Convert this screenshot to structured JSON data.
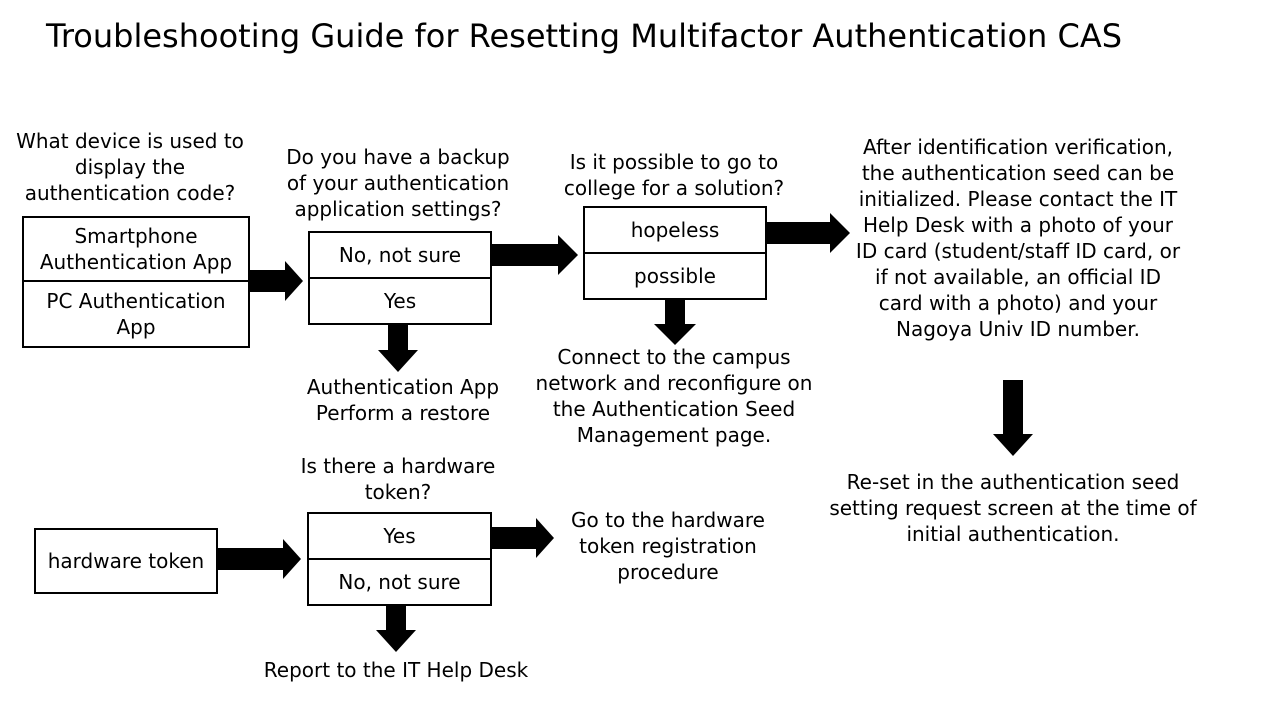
{
  "title": "Troubleshooting Guide for Resetting Multifactor Authentication CAS",
  "colors": {
    "ink": "#000000",
    "background": "#ffffff"
  },
  "device": {
    "question": "What device is used to display the authentication code?",
    "options": [
      "Smartphone Authentication App",
      "PC Authentication App"
    ]
  },
  "backup": {
    "question": "Do you have a backup of your authentication application settings?",
    "options": [
      "No, not sure",
      "Yes"
    ],
    "yes_result": "Authentication App Perform a restore"
  },
  "college": {
    "question": "Is it possible to go to college for a solution?",
    "options": [
      "hopeless",
      "possible"
    ],
    "possible_result": "Connect to the campus network and reconfigure on the Authentication Seed Management page."
  },
  "helpdesk": {
    "instructions": "After identification verification, the authentication seed can be initialized. Please contact the IT Help Desk with a photo of your ID card (student/staff ID card, or if not available, an official ID card with a photo) and your Nagoya Univ ID number.",
    "result": "Re-set in the authentication seed setting request screen at the time of initial authentication."
  },
  "hardware": {
    "device_label": "hardware token",
    "question": "Is there a hardware token?",
    "options": [
      "Yes",
      "No, not sure"
    ],
    "yes_result": "Go to the hardware token registration procedure",
    "no_result": "Report to the IT Help Desk"
  }
}
